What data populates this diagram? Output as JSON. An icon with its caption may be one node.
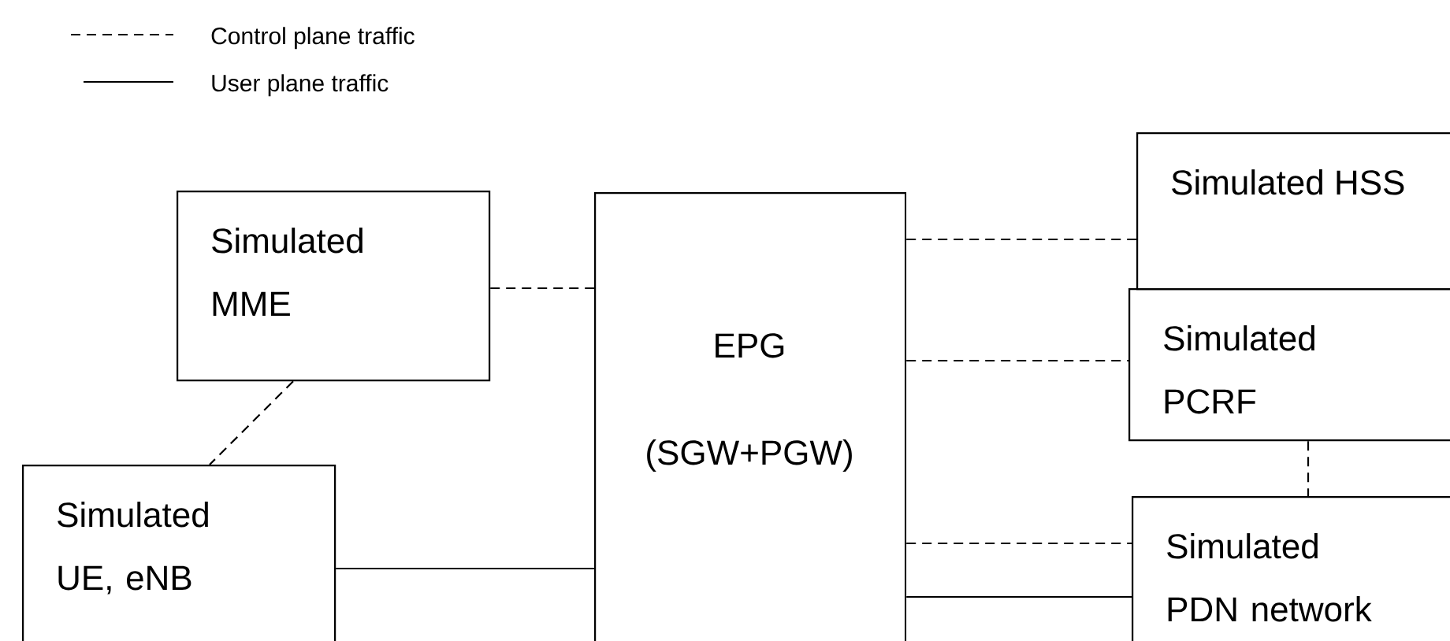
{
  "diagram": {
    "nodes": [
      {
        "text": [
          "Simulated MME"
        ]
      },
      {
        "text": [
          "Simulated UE, eNB"
        ]
      },
      {
        "text": [
          "EPG",
          "(SGW+PGW)"
        ]
      },
      {
        "text": [
          "Simulated HSS"
        ]
      },
      {
        "text": [
          "Simulated PCRF"
        ]
      },
      {
        "text": [
          "Simulated PDN network"
        ]
      }
    ],
    "edges": [
      {
        "from": 0,
        "to": 2,
        "arrow": "none",
        "style": "dashed"
      },
      {
        "from": 0,
        "to": 1,
        "arrow": "none",
        "style": "dashed"
      },
      {
        "from": 1,
        "to": 2,
        "arrow": "none"
      },
      {
        "from": 2,
        "to": 3,
        "arrow": "none",
        "style": "dashed"
      },
      {
        "from": 2,
        "to": 4,
        "arrow": "none",
        "style": "dashed"
      },
      {
        "from": 2,
        "to": 5,
        "arrow": "none",
        "style": "dashed"
      },
      {
        "from": 2,
        "to": 5,
        "arrow": "none"
      },
      {
        "from": 4,
        "to": 5,
        "arrow": "none",
        "style": "dashed"
      }
    ],
    "legend": [
      {
        "text": "Control plane traffic"
      },
      {
        "text": "User plane traffic"
      }
    ]
  }
}
